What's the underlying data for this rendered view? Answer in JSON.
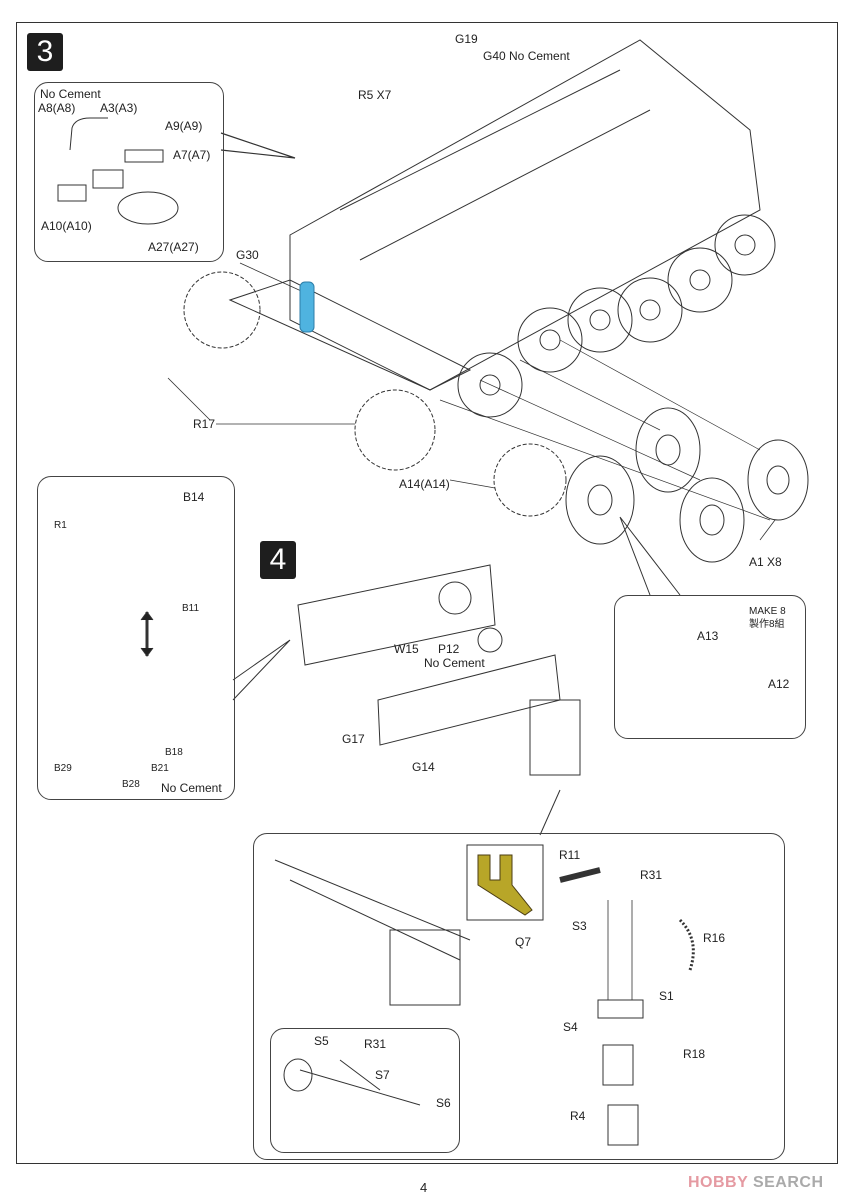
{
  "page": {
    "number": "4",
    "watermark_brand": "HOBBY",
    "watermark_suffix": "SEARCH"
  },
  "step3": {
    "badge": "3",
    "inset_hatch": {
      "note": "No Cement",
      "labels": [
        "A8(A8)",
        "A3(A3)",
        "A9(A9)",
        "A7(A7)",
        "A10(A10)",
        "A27(A27)"
      ]
    },
    "main_labels": {
      "g19": "G19",
      "g40": "G40  No Cement",
      "r5": "R5 X7",
      "g30": "G30",
      "r17": "R17",
      "a14": "A14(A14)",
      "a1": "A1 X8"
    },
    "wheel_inset": {
      "note_en": "MAKE 8",
      "note_zh": "製作8組",
      "labels": [
        "A13",
        "A12"
      ]
    },
    "highlight_color": "#4fb3e0"
  },
  "step4": {
    "badge": "4",
    "left_inset": {
      "labels": {
        "r1": "R1",
        "b14": "B14",
        "b11": "B11",
        "b29": "B29",
        "b18": "B18",
        "b21": "B21",
        "b28": "B28",
        "no_cement": "No Cement"
      }
    },
    "main_labels": {
      "w15": "W15",
      "p12": "P12",
      "p12_note": "No Cement",
      "g17": "G17",
      "g14": "G14"
    },
    "gun_inset": {
      "q7": "Q7",
      "sub_inset": {
        "s5": "S5",
        "r31": "R31",
        "s7": "S7",
        "s6": "S6"
      },
      "right_labels": {
        "r11": "R11",
        "r31": "R31",
        "s3": "S3",
        "r16": "R16",
        "s1": "S1",
        "s4": "S4",
        "r18": "R18",
        "r4": "R4"
      },
      "detail_color": "#b8a628"
    }
  }
}
